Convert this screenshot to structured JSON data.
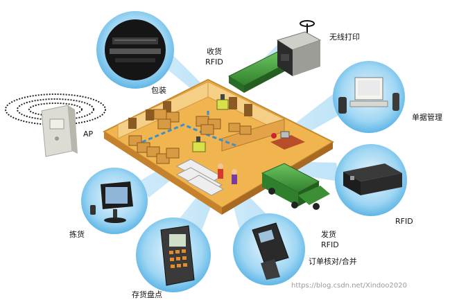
{
  "labels": {
    "wireless_print": "无线打印",
    "receive_rfid": "收货\nRFID",
    "packing": "包装",
    "ap": "AP",
    "order_management": "单据管理",
    "rfid": "RFID",
    "picking": "拣货",
    "ship_rfid": "发货\nRFID",
    "order_check": "订单核对/合并",
    "inventory": "存货盘点"
  },
  "watermark": "https://blog.csdn.net/Xindoo2020",
  "colors": {
    "floor": "#e8a33c",
    "wall": "#f2c77a",
    "wall_dark": "#c9812a",
    "beam": "#bfe3f7",
    "bubble": "#7fc8ee",
    "truck_green": "#3f9a3a",
    "device_dark": "#1f1f1f",
    "device_grey": "#d9d9d4"
  }
}
